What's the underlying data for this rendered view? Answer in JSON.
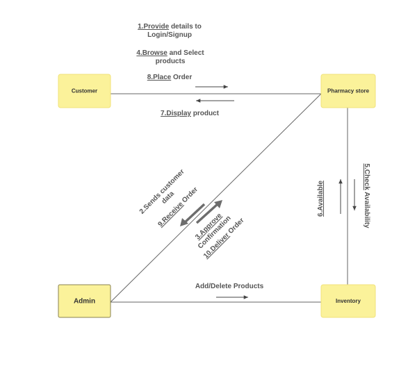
{
  "nodes": {
    "customer": "Customer",
    "pharmacy": "Pharmacy store",
    "admin": "Admin",
    "inventory": "Inventory"
  },
  "messages": {
    "m1": {
      "num": "1.Provide",
      "rest": " details to",
      "line2": "Login/Signup"
    },
    "m4": {
      "num": "4.Browse",
      "rest": " and Select",
      "line2": "products"
    },
    "m8": {
      "num": "8.Place",
      "rest": " Order"
    },
    "m7": {
      "num": "7.Display",
      "rest": " product"
    },
    "m2": {
      "line1": "2.Sends customer",
      "line2": "data"
    },
    "m9": {
      "num": "9.Receive",
      "rest": " Order"
    },
    "m3": {
      "num": "3.Approve",
      "line2": "Confirmation"
    },
    "m10": {
      "num": "10.Deliver",
      "rest": " Order"
    },
    "m6": {
      "num": "6.Available"
    },
    "m5": {
      "num": "5.Check",
      "rest": " Availability"
    },
    "add_delete": "Add/Delete Products"
  },
  "colors": {
    "node_fill": "#fbf29a",
    "node_stroke": "#e8d766",
    "line": "#555555",
    "underline": "#6b6bd6"
  }
}
